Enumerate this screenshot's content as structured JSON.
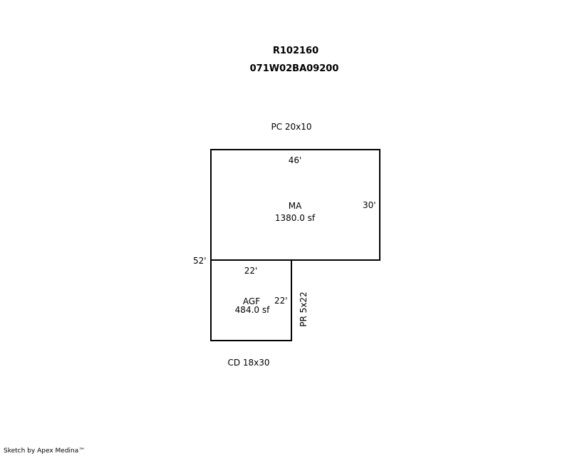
{
  "header": {
    "parcel_id": "R102160",
    "map_number": "071W02BA09200"
  },
  "labels": {
    "porch_covered": "PC 20x10",
    "main_area_code": "MA",
    "main_area_size": "1380.0 sf",
    "main_top_dim": "46'",
    "main_right_dim": "30'",
    "left_dim": "52'",
    "garage_code": "AGF",
    "garage_size": "484.0 sf",
    "garage_top_dim": "22'",
    "garage_right_dim": "22'",
    "porch_rear": "PR 5x22",
    "deck": "CD 18x30"
  },
  "footer": {
    "credit": "Sketch by Apex Medina™"
  }
}
